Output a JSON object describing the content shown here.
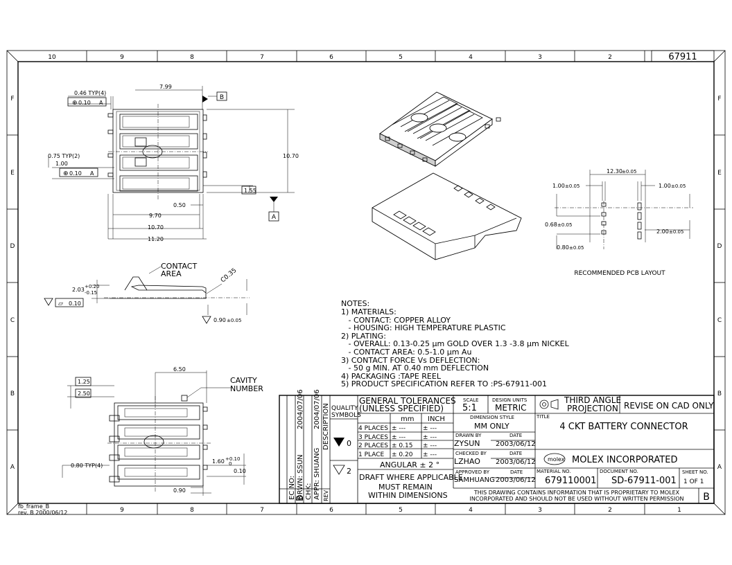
{
  "doc_number_box": "67911",
  "zones": {
    "columns_top": [
      "10",
      "9",
      "8",
      "7",
      "6",
      "5",
      "4",
      "3",
      "2"
    ],
    "columns_bottom": [
      "9",
      "8",
      "7",
      "6",
      "5",
      "4",
      "3",
      "2",
      "1"
    ],
    "rows": [
      "F",
      "E",
      "D",
      "C",
      "B",
      "A"
    ]
  },
  "frame_footer": {
    "line1": "fb_frame_B",
    "line2": "rev. B   2000/06/12"
  },
  "top_view": {
    "d_046": "0.46 TYP(4)",
    "fcf1_tol": "0.10",
    "fcf1_datum": "A",
    "d_799": "7.99",
    "datum_b": "B",
    "d_075": "0.75 TYP(2)",
    "d_100": "1.00",
    "fcf2_tol": "0.10",
    "fcf2_datum": "A",
    "d_1070v": "10.70",
    "d_155": "1.55",
    "d_050": "0.50",
    "datum_a": "A",
    "d_970": "9.70",
    "d_1070h": "10.70",
    "d_1120": "11.20"
  },
  "side_view": {
    "contact_l1": "CONTACT",
    "contact_l2": "AREA",
    "chamfer": "C0.35",
    "height": "2.03",
    "height_plus": "+0.20",
    "height_minus": "-0.15",
    "flatness": "0.10",
    "finish": "0.90",
    "finish_tol": "±0.05"
  },
  "bottom_view": {
    "d_125": "1.25",
    "d_250": "2.50",
    "d_650": "6.50",
    "cavity_l1": "CAVITY",
    "cavity_l2": "NUMBER",
    "d_080": "0.80 TYP(4)",
    "d_160": "1.60",
    "d_160_plus": "+0.10",
    "d_160_minus": "0",
    "d_010": "0.10",
    "d_090": "0.90"
  },
  "pcb_layout": {
    "d_1230": "12.30",
    "d_1230_tol": "±0.05",
    "d_100a": "1.00",
    "d_100a_tol": "±0.05",
    "d_100b": "1.00",
    "d_100b_tol": "±0.05",
    "d_068": "0.68",
    "d_068_tol": "±0.05",
    "d_200": "2.00",
    "d_200_tol": "±0.05",
    "d_080": "0.80",
    "d_080_tol": "±0.05",
    "caption": "RECOMMENDED PCB LAYOUT"
  },
  "notes": [
    "NOTES:",
    "1) MATERIALS:",
    "   - CONTACT: COPPER ALLOY",
    "   - HOUSING: HIGH TEMPERATURE PLASTIC",
    "2) PLATING:",
    "   - OVERALL: 0.13-0.25 μm GOLD OVER 1.3 -3.8 μm NICKEL",
    "   - CONTACT AREA: 0.5-1.0 μm Au",
    "3) CONTACT FORCE Vs DEFLECTION:",
    "   - 50 g MIN. AT 0.40 mm DEFLECTION",
    "4) PACKAGING :TAPE REEL",
    "5) PRODUCT SPECIFICATION REFER TO :PS-67911-001"
  ],
  "title_block": {
    "rev_col1": "EC NO:",
    "rev_col2": "DRWN: SSUN",
    "rev_col2_date": "2004/07/06",
    "rev_col3": "CHK:",
    "rev_col4": "APPR: SHUANG",
    "rev_col4_date": "2004/07/06",
    "rev_letter": "B",
    "description_label": "DESCRIPTION",
    "rev_label": "REV",
    "quality_l1": "QUALITY",
    "quality_l2": "SYMBOLS",
    "sym_0": "0",
    "sym_2": "2",
    "gen_tol_l1": "GENERAL TOLERANCES",
    "gen_tol_l2": "(UNLESS SPECIFIED)",
    "mm": "mm",
    "inch": "INCH",
    "places": [
      {
        "label": "4 PLACES",
        "mm": "±  ---",
        "inch": "±  ---"
      },
      {
        "label": "3 PLACES",
        "mm": "±  ---",
        "inch": "±  ---"
      },
      {
        "label": "2 PLACES",
        "mm": "± 0.15",
        "inch": "±  ---"
      },
      {
        "label": "1 PLACE",
        "mm": "± 0.20",
        "inch": "±  ---"
      }
    ],
    "angular": "ANGULAR ±  2  °",
    "draft_l1": "DRAFT WHERE APPLICABLE",
    "draft_l2": "MUST REMAIN",
    "draft_l3": "WITHIN DIMENSIONS",
    "scale_label": "SCALE",
    "scale": "5:1",
    "design_units_label": "DESIGN UNITS",
    "design_units": "METRIC",
    "dim_style_label": "DIMENSION STYLE",
    "dim_style": "MM ONLY",
    "drawn_by_label": "DRAWN BY",
    "drawn_by": "ZYSUN",
    "drawn_date_label": "DATE",
    "drawn_date": "2003/06/12",
    "checked_by_label": "CHECKED BY",
    "checked_by": "LZHAO",
    "checked_date_label": "DATE",
    "checked_date": "2003/06/12",
    "approved_by_label": "APPROVED BY",
    "approved_by": "SAMHUANG",
    "approved_date_label": "DATE",
    "approved_date": "2003/06/12",
    "projection_l1": "THIRD ANGLE",
    "projection_l2": "PROJECTION",
    "revise_cad": "REVISE ON CAD ONLY",
    "title_label": "TITLE",
    "title": "4 CKT BATTERY CONNECTOR",
    "molex_logo": "molex",
    "company": "MOLEX INCORPORATED",
    "material_label": "MATERIAL NO.",
    "material_no": "679110001",
    "document_label": "DOCUMENT NO.",
    "document_no": "SD-67911-001",
    "sheet_label": "SHEET NO.",
    "sheet": "1  OF  1",
    "proprietary_l1": "THIS DRAWING CONTAINS INFORMATION THAT IS PROPRIETARY TO MOLEX",
    "proprietary_l2": "INCORPORATED AND SHOULD NOT BE USED WITHOUT WRITTEN PERMISSION",
    "rev_final": "B"
  }
}
